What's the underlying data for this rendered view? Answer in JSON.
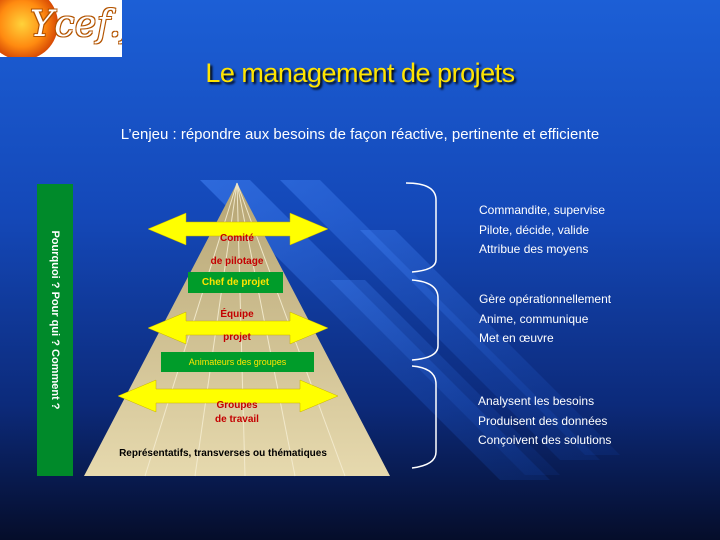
{
  "logo": {
    "text": "Ycef.fr"
  },
  "title": "Le management de projets",
  "subtitle": "L’enjeu : répondre aux besoins de façon réactive, pertinente et efficiente",
  "left_bar": {
    "text": "Pourquoi ?    Pour qui ?    Comment ?"
  },
  "pyramid": {
    "level1": {
      "line1": "Comité",
      "line2": "de pilotage"
    },
    "chef": "Chef de projet",
    "level2": {
      "line1": "Équipe",
      "line2": "projet"
    },
    "animateurs": "Animateurs des groupes",
    "level3": {
      "line1": "Groupes",
      "line2": "de travail"
    },
    "base": "Représentatifs, transverses ou thématiques"
  },
  "right_groups": [
    {
      "lines": [
        "Commandite, supervise",
        "Pilote, décide, valide",
        "Attribue des moyens"
      ]
    },
    {
      "lines": [
        "Gère opérationnellement",
        "Anime, communique",
        "Met en œuvre"
      ]
    },
    {
      "lines": [
        "Analysent les besoins",
        "Produisent des données",
        "Conçoivent des solutions"
      ]
    }
  ],
  "colors": {
    "title": "#ffe400",
    "arrow": "#ffff00",
    "pyramid": "#d8c89a",
    "green": "#009c2a",
    "label_red": "#c40000"
  }
}
